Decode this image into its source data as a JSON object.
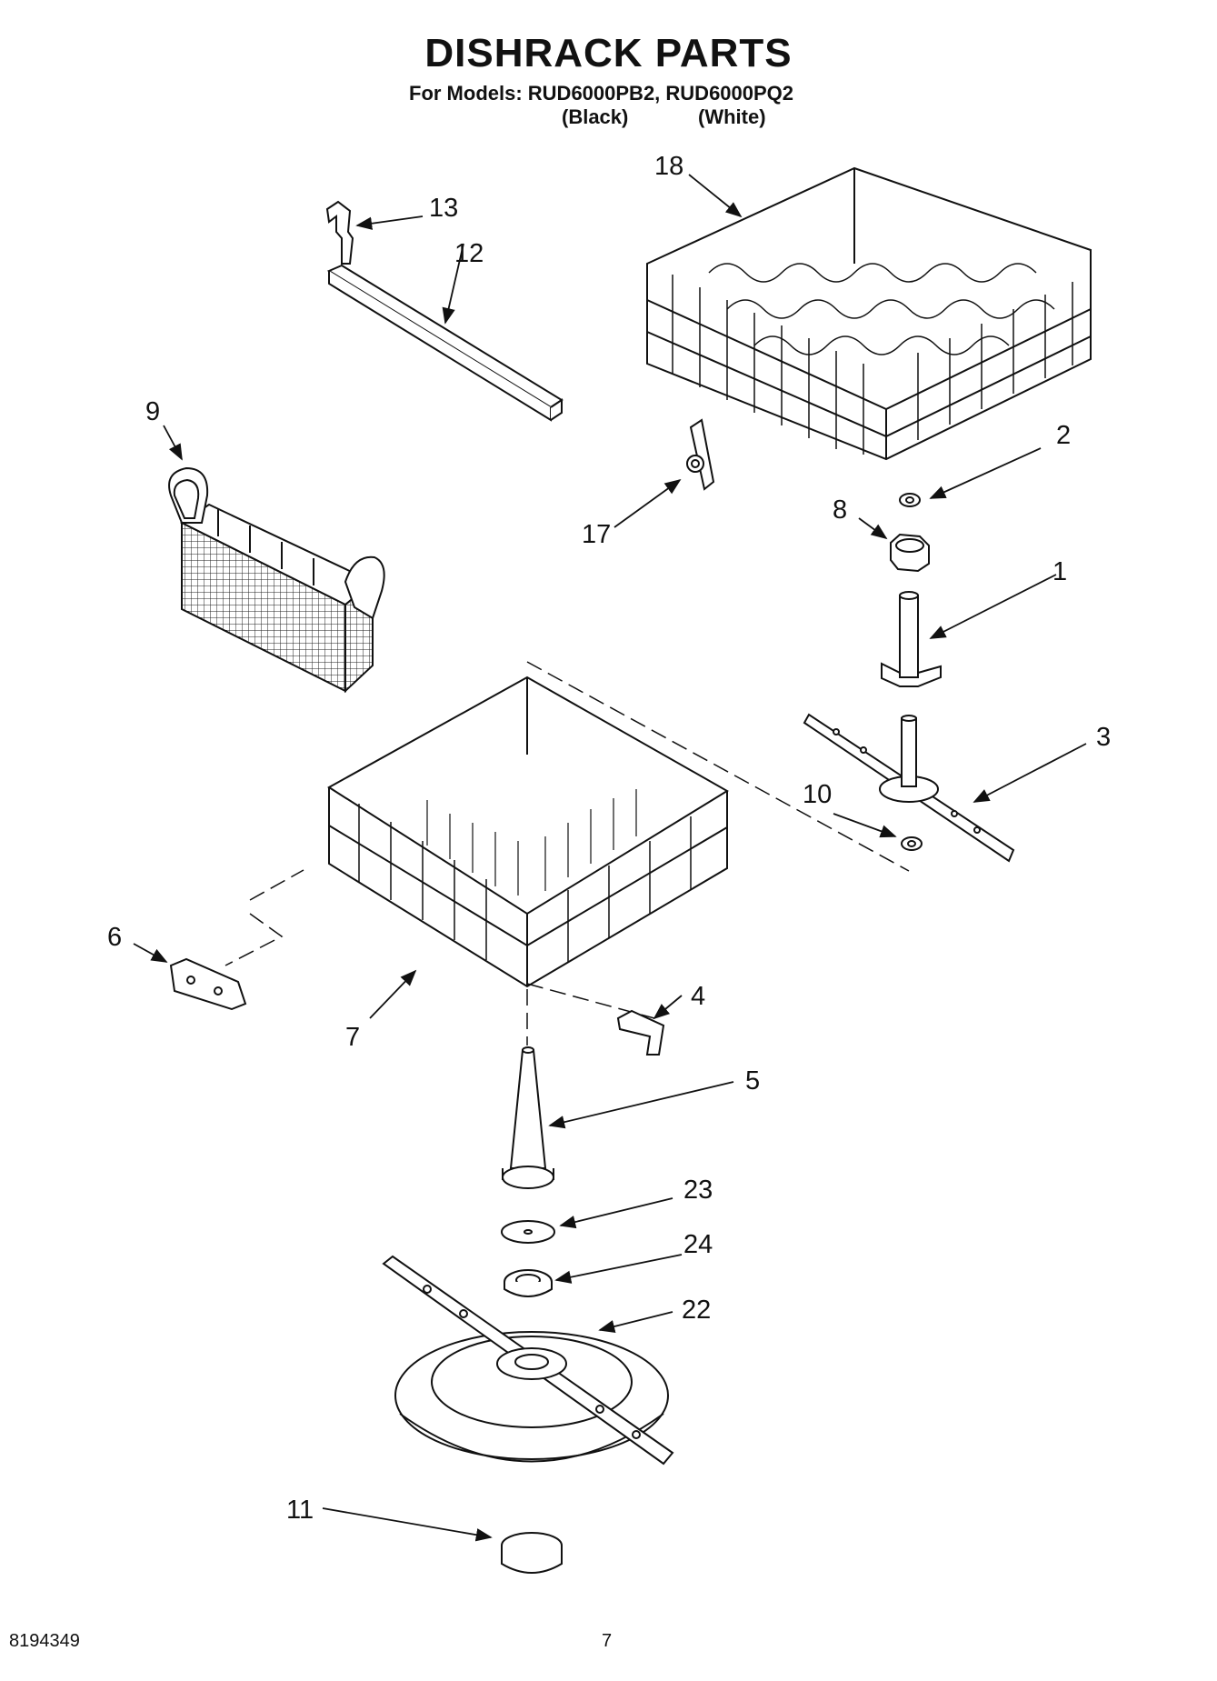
{
  "header": {
    "title": "DISHRACK PARTS",
    "models_line": "For Models: RUD6000PB2, RUD6000PQ2",
    "color_black": "(Black)",
    "color_white": "(White)"
  },
  "callouts": [
    {
      "id": "1"
    },
    {
      "id": "2"
    },
    {
      "id": "3"
    },
    {
      "id": "4"
    },
    {
      "id": "5"
    },
    {
      "id": "6"
    },
    {
      "id": "7"
    },
    {
      "id": "8"
    },
    {
      "id": "9"
    },
    {
      "id": "10"
    },
    {
      "id": "11"
    },
    {
      "id": "12"
    },
    {
      "id": "13"
    },
    {
      "id": "17"
    },
    {
      "id": "18"
    },
    {
      "id": "22"
    },
    {
      "id": "23"
    },
    {
      "id": "24"
    }
  ],
  "footer": {
    "doc_number": "8194349",
    "page_number": "7"
  }
}
